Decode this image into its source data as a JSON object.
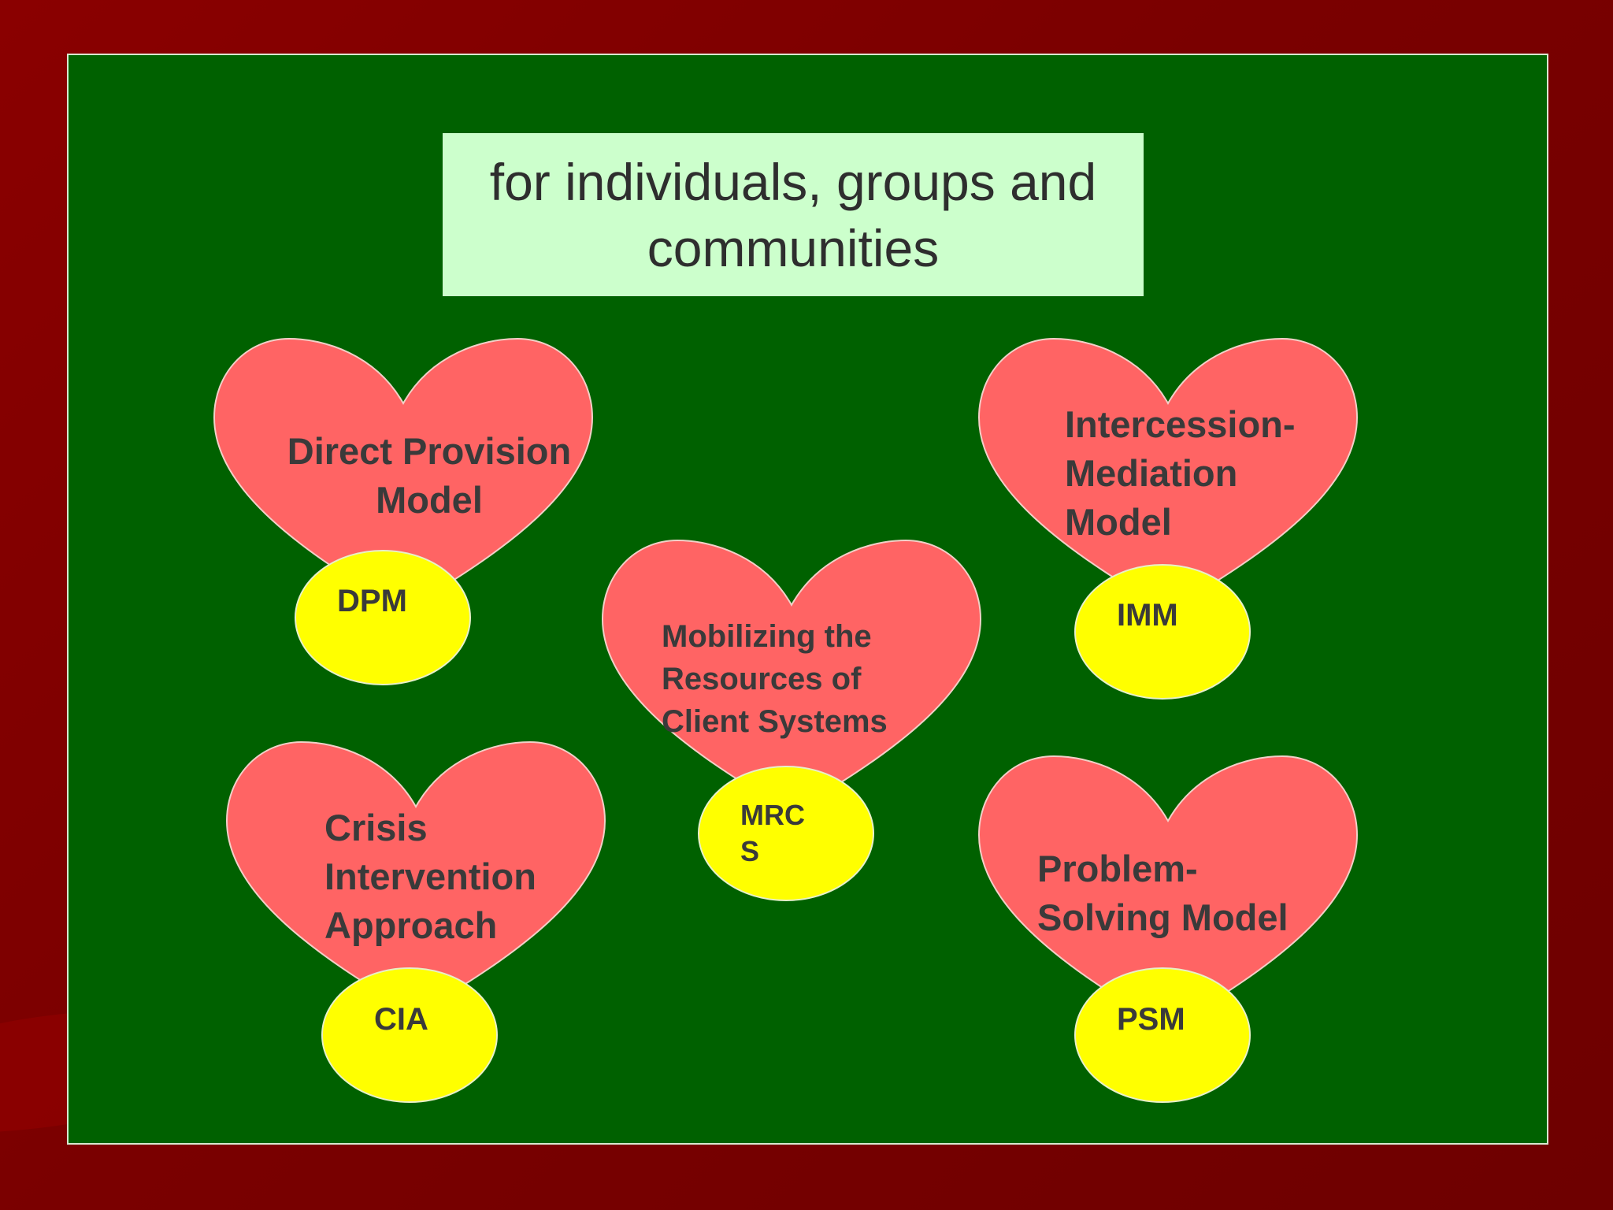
{
  "slide": {
    "title": "for individuals, groups and communities",
    "colors": {
      "background": "#7d0000",
      "panel": "#006100",
      "title_box": "#ccffcc",
      "heart": "#ff6464",
      "oval": "#ffff00",
      "text": "#3a3a3a"
    }
  },
  "models": [
    {
      "name": "Direct Provision Model",
      "abbr": "DPM",
      "abbr_lines": [
        "DPM"
      ]
    },
    {
      "name": "Intercession-Mediation Model",
      "abbr": "IMM",
      "abbr_lines": [
        "IMM"
      ]
    },
    {
      "name": "Mobilizing the Resources of Client Systems",
      "abbr": "MRCS",
      "abbr_lines": [
        "MRC",
        "S"
      ]
    },
    {
      "name": "Crisis Intervention Approach",
      "abbr": "CIA",
      "abbr_lines": [
        "CIA"
      ]
    },
    {
      "name": "Problem-Solving Model",
      "abbr": "PSM",
      "abbr_lines": [
        "PSM"
      ]
    }
  ],
  "labels": {
    "dpm": [
      "Direct Provision",
      "Model"
    ],
    "imm": [
      "Intercession-",
      "Mediation",
      "Model"
    ],
    "mrcs": [
      "Mobilizing the",
      "Resources of",
      "Client Systems"
    ],
    "cia": [
      "Crisis",
      "Intervention",
      "Approach"
    ],
    "psm": [
      "Problem-",
      "Solving Model"
    ]
  }
}
